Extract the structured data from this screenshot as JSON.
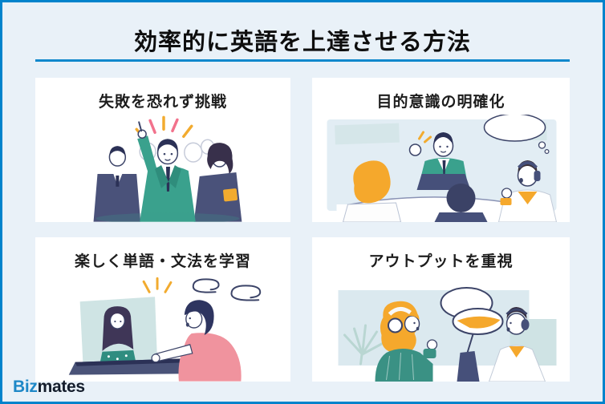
{
  "header": {
    "title": "効率的に英語を上達させる方法"
  },
  "cards": [
    {
      "id": "challenge",
      "label": "失敗を恐れず挑戦",
      "illustration": "businessman-pointing-up-with-colleagues"
    },
    {
      "id": "purpose",
      "label": "目的意識の明確化",
      "illustration": "team-meeting-presentation"
    },
    {
      "id": "fun-study",
      "label": "楽しく単語・文法を学習",
      "illustration": "online-video-lesson-at-laptop"
    },
    {
      "id": "output",
      "label": "アウトプットを重視",
      "illustration": "two-people-talking-with-headsets"
    }
  ],
  "footer": {
    "logo": {
      "prefix": "Biz",
      "suffix": "mates"
    }
  },
  "palette": {
    "background": "#e9f1f8",
    "frame_border": "#0083cc",
    "title_underline": "#1088cc",
    "card_background": "#ffffff",
    "title_text": "#0e0e0e",
    "card_label_text": "#1d1d1d",
    "logo_blue": "#1e88c7",
    "logo_dark": "#141d2c",
    "illustration_teal": "#3aa18d",
    "illustration_navy": "#46507a",
    "illustration_hair_navy": "#2b3156",
    "illustration_orange": "#f5a82c",
    "illustration_pink": "#f0939e",
    "illustration_sparkle_pink": "#f2728c",
    "illustration_light_teal": "#d5e6e9",
    "illustration_light_blue": "#dce9f2"
  }
}
